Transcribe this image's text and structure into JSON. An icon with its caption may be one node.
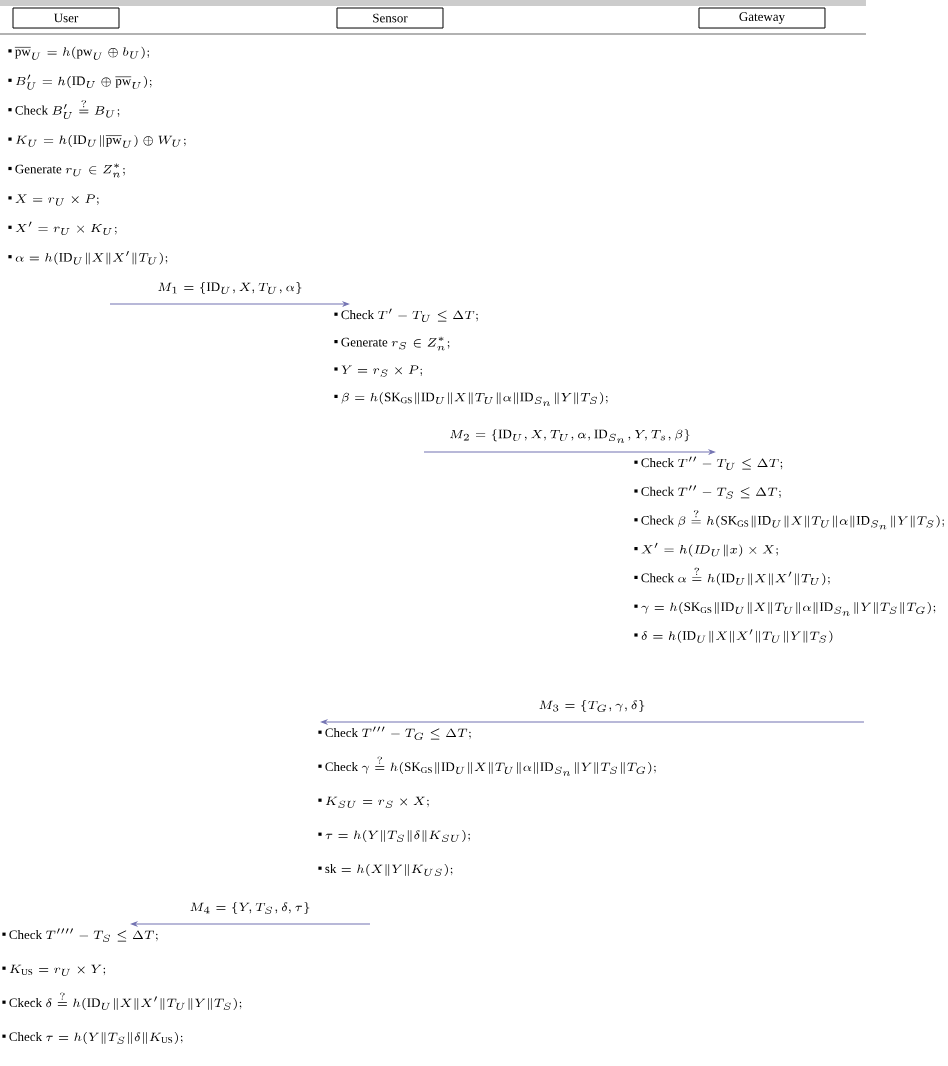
{
  "diagram": {
    "nodes": [
      {
        "text": [
          "User"
        ]
      },
      {
        "text": [
          "Sensor"
        ]
      },
      {
        "text": [
          "Gateway"
        ]
      },
      {
        "text": [
          "\\overline{\\mathrm{pw}}_U = h(\\mathrm{pw}_U \\oplus b_U);",
          "B'_U = h(\\mathrm{ID}_U \\oplus \\overline{\\mathrm{pw}}_U);",
          "\\text{Check } B'_U \\stackrel{?}{=} B_U;",
          "K_U = h(\\mathrm{ID}_U \\| \\overline{\\mathrm{pw}}_U) \\oplus W_U;",
          "\\text{Generate } r_U \\in Z_n^*;",
          "X = r_U \\times P;",
          "X' = r_U \\times K_U;",
          "\\alpha = h(\\mathrm{ID}_U \\| X \\| X' \\| T_U);"
        ]
      },
      {
        "text": [
          "\\text{Check } T' - T_U \\le \\Delta T;",
          "\\text{Generate } r_S \\in Z_n^*;",
          "Y = r_S \\times P;",
          "\\beta = h(\\mathrm{SK}_{\\mathrm{GS}} \\| \\mathrm{ID}_U \\| X \\| T_U \\| \\alpha \\| \\mathrm{ID}_{S_n} \\| Y \\| T_S);"
        ]
      },
      {
        "text": [
          "\\text{Check } T'' - T_U \\le \\Delta T;",
          "\\text{Check } T'' - T_S \\le \\Delta T;",
          "\\text{Check } \\beta \\stackrel{?}{=} h(\\mathrm{SK}_{\\mathrm{GS}} \\| \\mathrm{ID}_U \\| X \\| T_U \\| \\alpha \\| \\mathrm{ID}_{S_n} \\| Y \\| T_S);",
          "X' = h(I\\!D_U \\| x) \\times X;",
          "\\text{Check } \\alpha \\stackrel{?}{=} h(\\mathrm{ID}_U \\| X \\| X' \\| T_U);",
          "\\gamma = h(\\mathrm{SK}_{\\mathrm{GS}} \\| \\mathrm{ID}_U \\| X \\| T_U \\| \\alpha \\| \\mathrm{ID}_{S_n} \\| Y \\| T_S \\| T_G);",
          "\\delta = h(\\mathrm{ID}_U \\| X \\| X' \\| T_U \\| Y \\| T_S)"
        ]
      },
      {
        "text": [
          "\\text{Check } T''' - T_G \\le \\Delta T;",
          "\\text{Check } \\gamma \\stackrel{?}{=} h(\\mathrm{SK}_{\\mathrm{GS}} \\| \\mathrm{ID}_U \\| X \\| T_U \\| \\alpha \\| \\mathrm{ID}_{S_n} \\| Y \\| T_S \\| T_G);",
          "K_{SU} = r_S \\times X;",
          "\\tau = h(Y \\| T_S \\| \\delta \\| K_{SU});",
          "\\mathrm{sk} = h(X \\| Y \\| K_{US});"
        ]
      },
      {
        "text": [
          "\\text{Check } T'''' - T_S \\le \\Delta T;",
          "K_{\\mathrm{US}} = r_U \\times Y;",
          "\\text{Ckeck } \\delta \\stackrel{?}{=} h(\\mathrm{ID}_U \\| X \\| X' \\| T_U \\| Y \\| T_S);",
          "\\text{Check } \\tau = h(Y \\| T_S \\| \\delta \\| K_{\\mathrm{US}});"
        ]
      }
    ],
    "edges": [
      {
        "from": 3,
        "to": 4,
        "arrow": "to",
        "label": "M_1 = \\{\\mathrm{ID}_U, X, T_U, \\alpha\\}"
      },
      {
        "from": 4,
        "to": 5,
        "arrow": "to",
        "label": "M_2 = \\{\\mathrm{ID}_U, X, T_U, \\alpha, \\mathrm{ID}_{S_n}, Y, T_s, \\beta\\}"
      },
      {
        "from": 5,
        "to": 6,
        "arrow": "to",
        "label": "M_3 = \\{T_G, \\gamma, \\delta\\}"
      },
      {
        "from": 6,
        "to": 7,
        "arrow": "to",
        "label": "M_4 = \\{Y, T_S, \\delta, \\tau\\}"
      }
    ]
  }
}
